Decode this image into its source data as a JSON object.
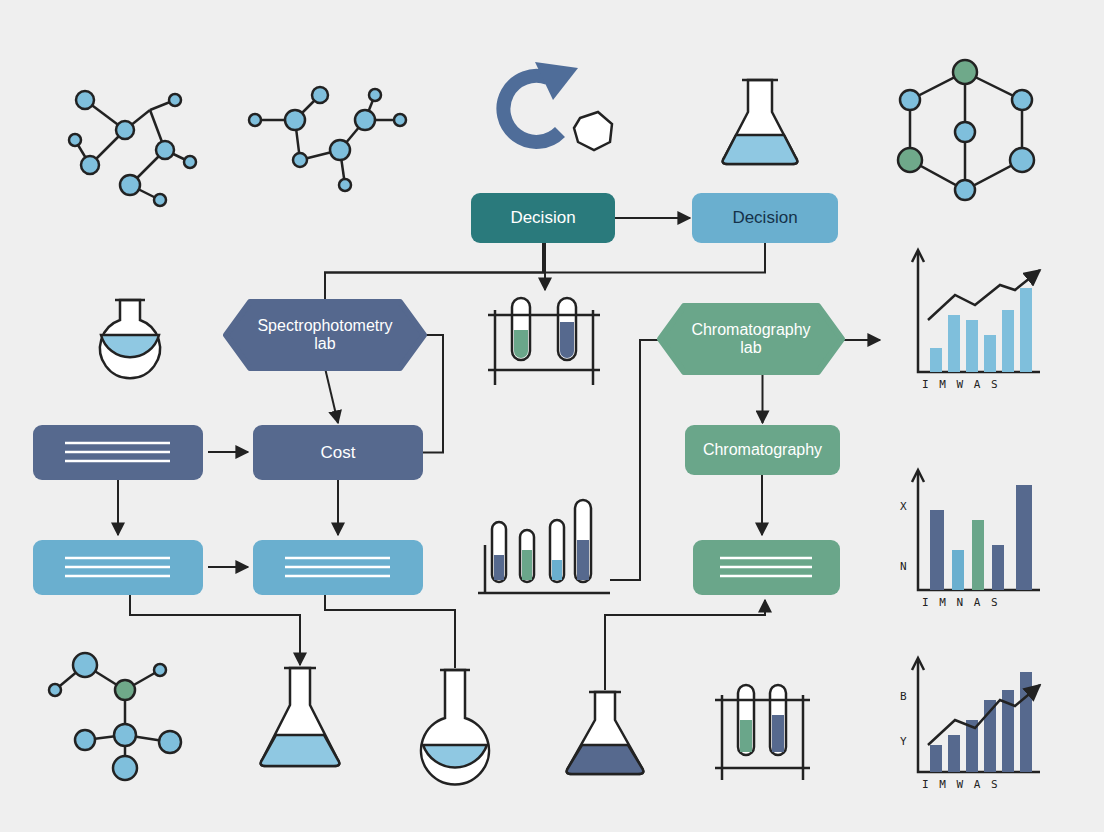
{
  "diagram": {
    "nodes": [
      {
        "text": [
          "Decision"
        ]
      },
      {
        "text": [
          "Decision"
        ]
      },
      {
        "text": [
          "Spectrophotometry lab"
        ]
      },
      {
        "text": [
          "Cost"
        ]
      },
      {
        "text": [
          "Chromatography lab"
        ]
      },
      {
        "text": [
          "Chromatography"
        ]
      }
    ],
    "edges": [
      {
        "from": 0,
        "to": 1,
        "arrow": "to"
      },
      {
        "from": 0,
        "to": 2,
        "arrow": "none"
      },
      {
        "from": 1,
        "to": 2,
        "arrow": "none"
      },
      {
        "from": 2,
        "to": 3,
        "arrow": "to"
      },
      {
        "from": 3,
        "to": 2,
        "arrow": "none"
      },
      {
        "from": 4,
        "to": 5,
        "arrow": "to"
      }
    ],
    "labels": [
      "I M W A S",
      "X",
      "N",
      "I M N A S",
      "B",
      "Y",
      "I M W A S"
    ]
  }
}
